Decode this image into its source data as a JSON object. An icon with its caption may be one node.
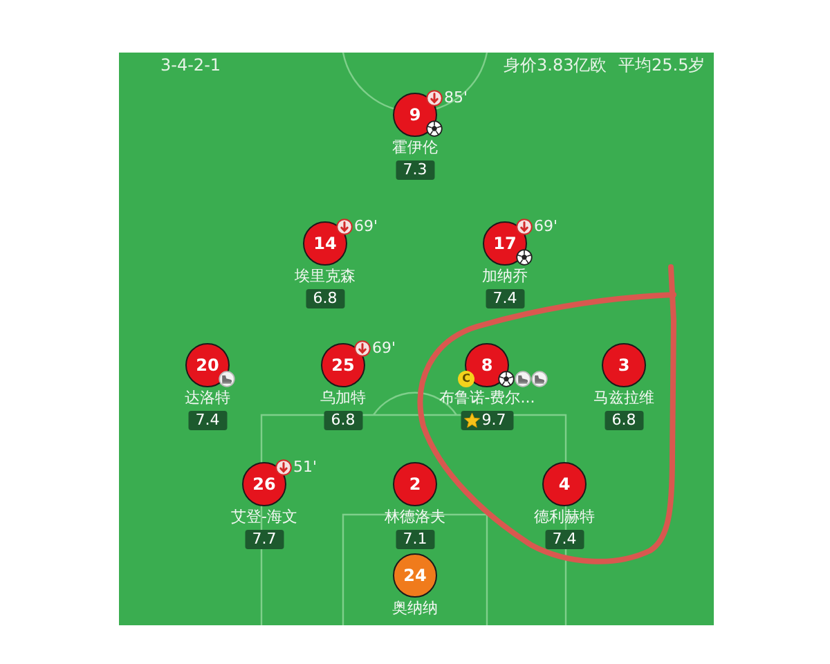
{
  "diagram": {
    "nodes": [
      {
        "text": [
          "9",
          "霍伊伦",
          "7.3"
        ],
        "beside": [
          "85'"
        ]
      },
      {
        "text": [
          "14",
          "埃里克森",
          "6.8"
        ],
        "beside": [
          "69'"
        ]
      },
      {
        "text": [
          "17",
          "加纳乔",
          "7.4"
        ],
        "beside": [
          "69'"
        ]
      },
      {
        "text": [
          "20",
          "达洛特",
          "7.4"
        ]
      },
      {
        "text": [
          "25",
          "乌加特",
          "6.8"
        ],
        "beside": [
          "69'"
        ]
      },
      {
        "text": [
          "8",
          "C",
          "布鲁诺-费尔...",
          "9.7"
        ]
      },
      {
        "text": [
          "3",
          "马兹拉维",
          "6.8"
        ]
      },
      {
        "text": [
          "26",
          "艾登-海文",
          "7.7"
        ],
        "beside": [
          "51'"
        ]
      },
      {
        "text": [
          "2",
          "林德洛夫",
          "7.1"
        ]
      },
      {
        "text": [
          "4",
          "德利赫特",
          "7.4"
        ]
      },
      {
        "text": [
          "24",
          "奥纳纳"
        ]
      }
    ],
    "labels": [
      "3-4-2-1",
      "身价3.83亿欧",
      "平均25.5岁"
    ]
  }
}
